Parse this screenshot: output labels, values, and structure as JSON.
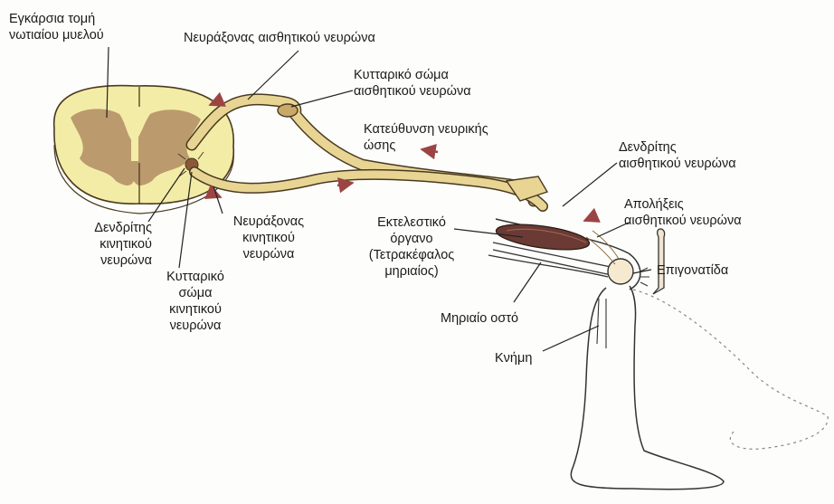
{
  "labels": {
    "cross_section": "Εγκάρσια τομή\nνωτιαίου μυελού",
    "sensory_axon": "Νευράξονας αισθητικού νευρώνα",
    "sensory_cell_body": "Κυτταρικό σώμα\nαισθητικού νευρώνα",
    "impulse_direction": "Κατεύθυνση νευρικής\nώσης",
    "sensory_dendrite": "Δενδρίτης\nαισθητικού νευρώνα",
    "sensory_endings": "Απολήξεις\nαισθητικού νευρώνα",
    "motor_dendrite": "Δενδρίτης\nκινητικού\nνευρώνα",
    "motor_axon": "Νευράξονας\nκινητικού\nνευρώνα",
    "motor_cell_body": "Κυτταρικό\nσώμα\nκινητικού\nνευρώνα",
    "effector": "Εκτελεστικό\nόργανο\n(Τετρακέφαλος\nμηριαίος)",
    "patella": "Επιγονατίδα",
    "femur": "Μηριαίο οστό",
    "tibia": "Κνήμη"
  },
  "colors": {
    "spinal_cord": "#f3eca6",
    "gray_matter": "#b08c64",
    "nerve": "#e8d594",
    "nerve_outline": "#4a3a20",
    "muscle": "#6b3a34",
    "arrow": "#9c4444",
    "line": "#222222"
  }
}
